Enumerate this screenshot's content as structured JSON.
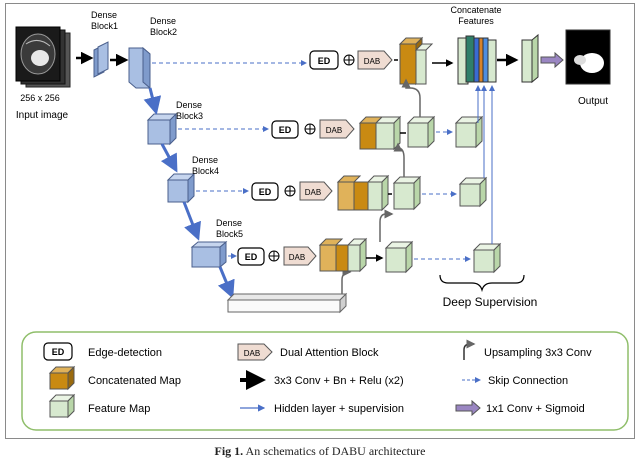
{
  "figure": {
    "input_size": "256 x 256",
    "input_label": "Input image",
    "output_label": "Output",
    "concat_title_1": "Concatenate",
    "concat_title_2": "Features",
    "deep_supervision": "Deep Supervision",
    "ed_label": "ED",
    "dab_label": "DAB",
    "blocks": [
      {
        "line1": "Dense",
        "line2": "Block1"
      },
      {
        "line1": "Dense",
        "line2": "Block2"
      },
      {
        "line1": "Dense",
        "line2": "Block3"
      },
      {
        "line1": "Dense",
        "line2": "Block4"
      },
      {
        "line1": "Dense",
        "line2": "Block5"
      }
    ]
  },
  "legend": {
    "edge_detection": "Edge-detection",
    "dual_attention": "Dual Attention Block",
    "upsampling": "Upsampling 3x3 Conv",
    "concatenated_map": "Concatenated Map",
    "conv_bn_relu": "3x3 Conv + Bn + Relu (x2)",
    "skip_connection": "Skip Connection",
    "feature_map": "Feature Map",
    "hidden_layer": "Hidden layer + supervision",
    "conv_sigmoid": "1x1 Conv + Sigmoid"
  },
  "caption": {
    "label": "Fig 1.",
    "text": "An schematics of DABU architecture"
  },
  "colors": {
    "dense_block": "#a9bfe3",
    "dense_block_side": "#7f9bcc",
    "concat_gold": "#c98a12",
    "feature_green": "#d7e9cf",
    "dab_fill": "#efdcd2",
    "skip_blue": "#4a6fc7",
    "sigmoid_purple": "#9a86c2",
    "legend_border": "#8fbe6a"
  }
}
